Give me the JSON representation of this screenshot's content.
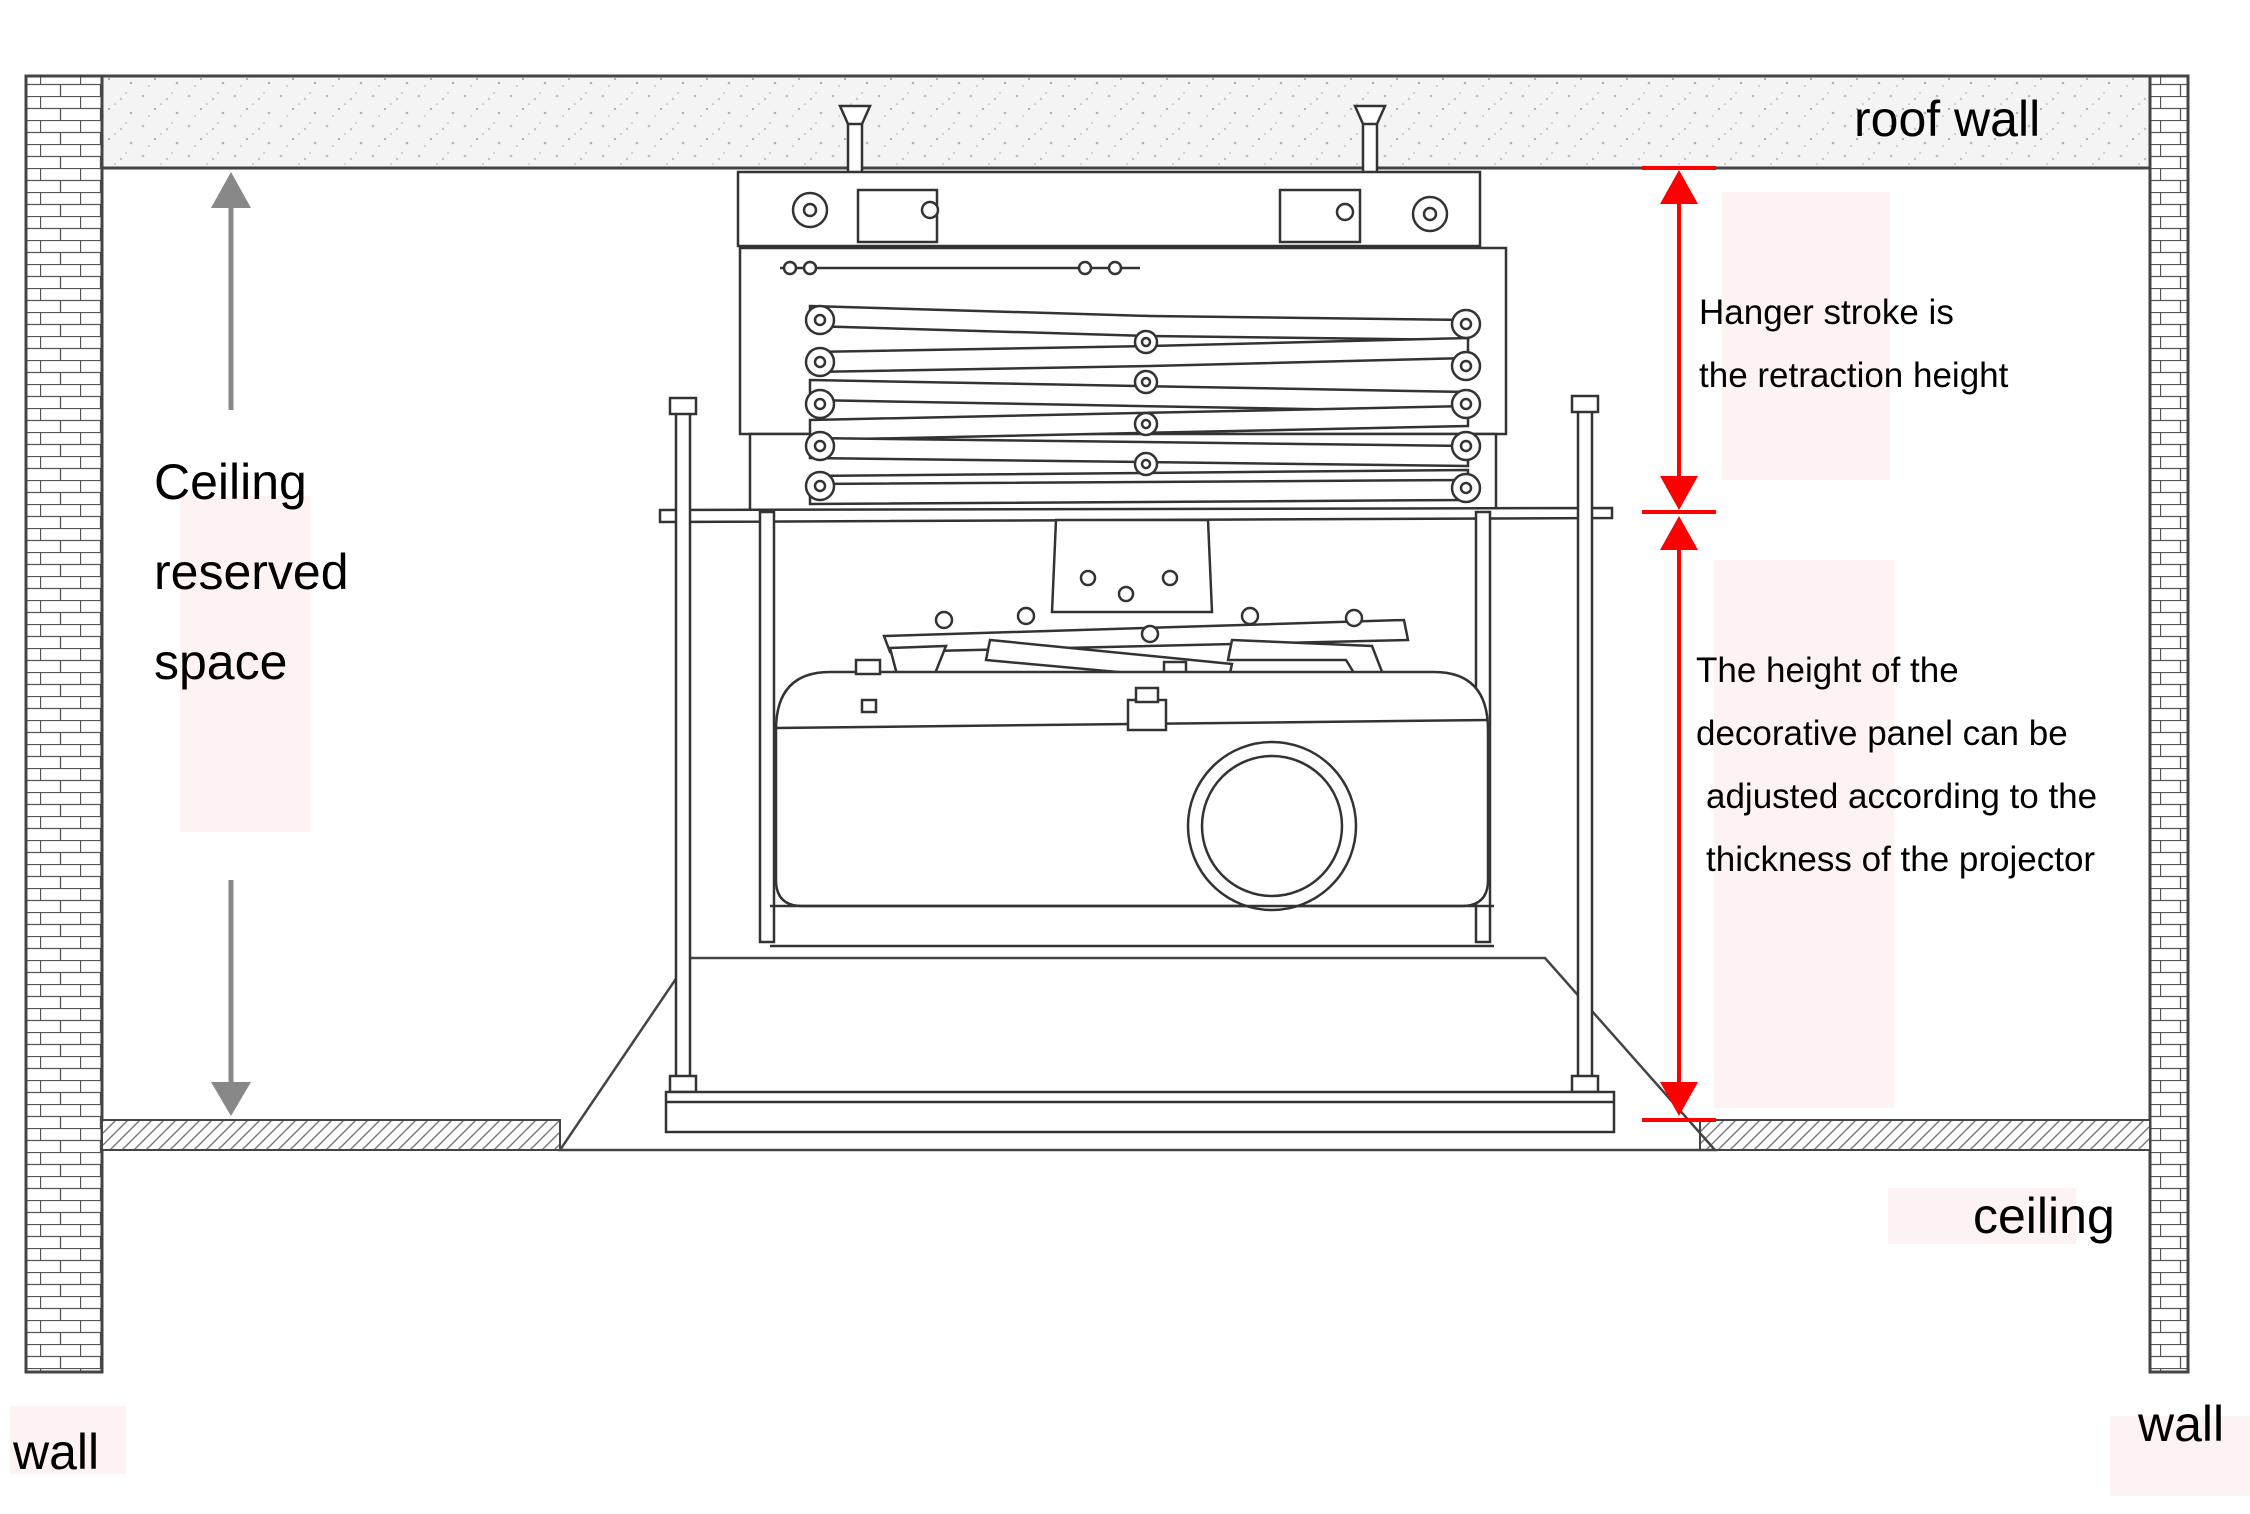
{
  "labels": {
    "roof_wall": "roof wall",
    "ceiling_reserved": [
      "Ceiling",
      "reserved",
      "space"
    ],
    "hanger_stroke": [
      "Hanger stroke is",
      "the retraction height"
    ],
    "panel_height": [
      "The height of the",
      "decorative panel can be",
      "adjusted according to the",
      "thickness of the projector"
    ],
    "ceiling": "ceiling",
    "wall_left": "wall",
    "wall_right": "wall"
  },
  "colors": {
    "line": "#333333",
    "dimension_red": "#ff0000",
    "arrow_gray": "#888888",
    "label_highlight": "#fdf3f3"
  }
}
